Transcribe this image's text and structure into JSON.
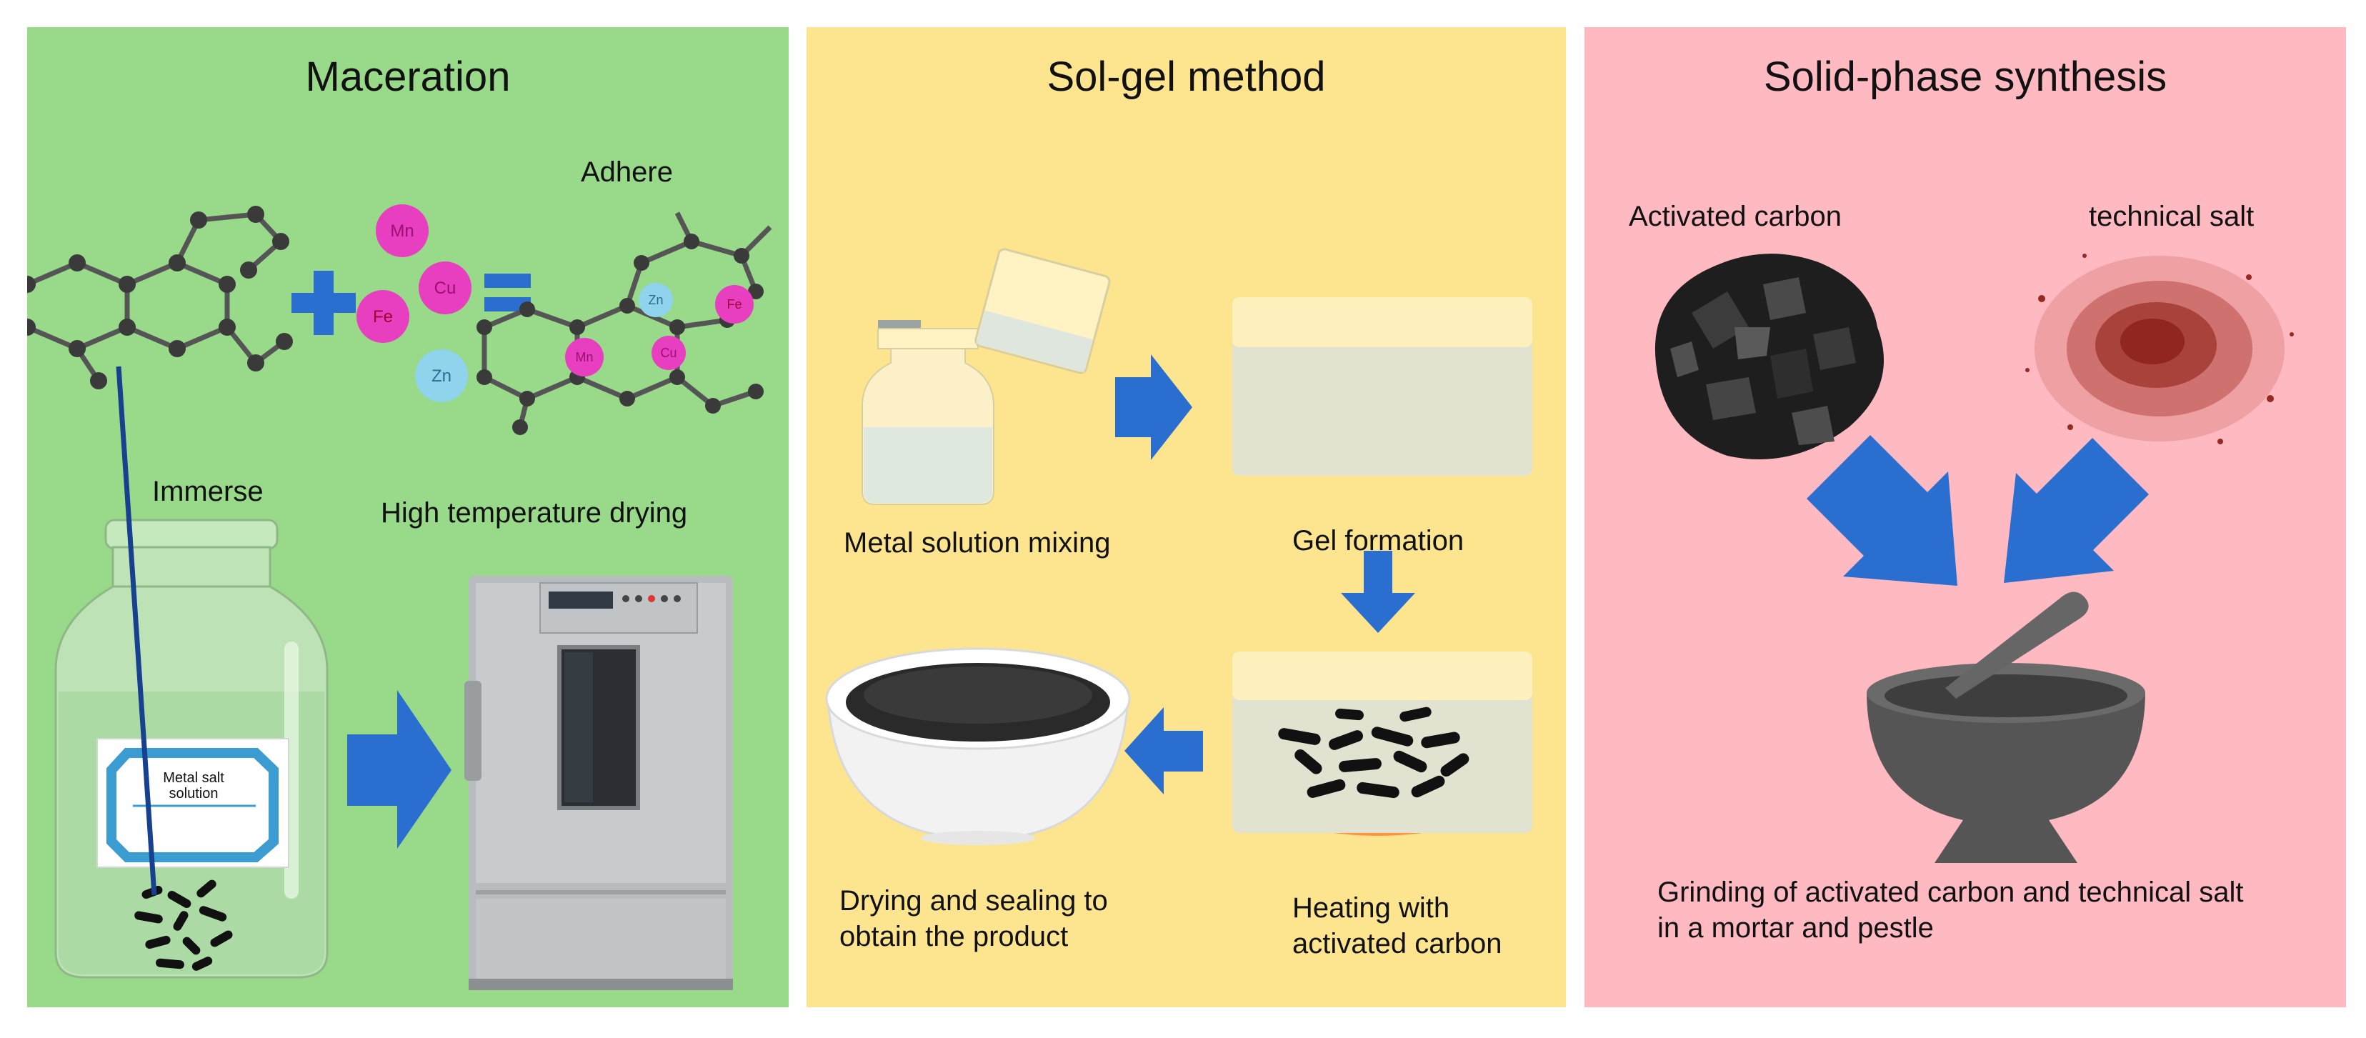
{
  "panels": {
    "maceration": {
      "title": "Maceration",
      "adhere": "Adhere",
      "immerse": "Immerse",
      "high_temp_drying": "High temperature drying",
      "bottle_label": "Metal salt\nsolution",
      "ions": [
        "Mn",
        "Cu",
        "Fe",
        "Zn"
      ]
    },
    "sol_gel": {
      "title": "Sol-gel method",
      "metal_solution_mixing": "Metal solution mixing",
      "gel_formation": "Gel formation",
      "drying_sealing": "Drying and sealing to\nobtain the product",
      "heating": "Heating with\nactivated carbon"
    },
    "solid_phase": {
      "title": "Solid-phase synthesis",
      "activated_carbon": "Activated carbon",
      "technical_salt": "technical salt",
      "grinding": "Grinding of activated carbon and technical salt\nin a mortar and pestle"
    }
  },
  "colors": {
    "maceration_bg": "#99d98a",
    "sol_gel_bg": "#fde58f",
    "solid_phase_bg": "#feb9c1",
    "arrow": "#2a6fd0",
    "ion_magenta": "#e83ec0",
    "ion_cyan": "#8fd3ec"
  }
}
